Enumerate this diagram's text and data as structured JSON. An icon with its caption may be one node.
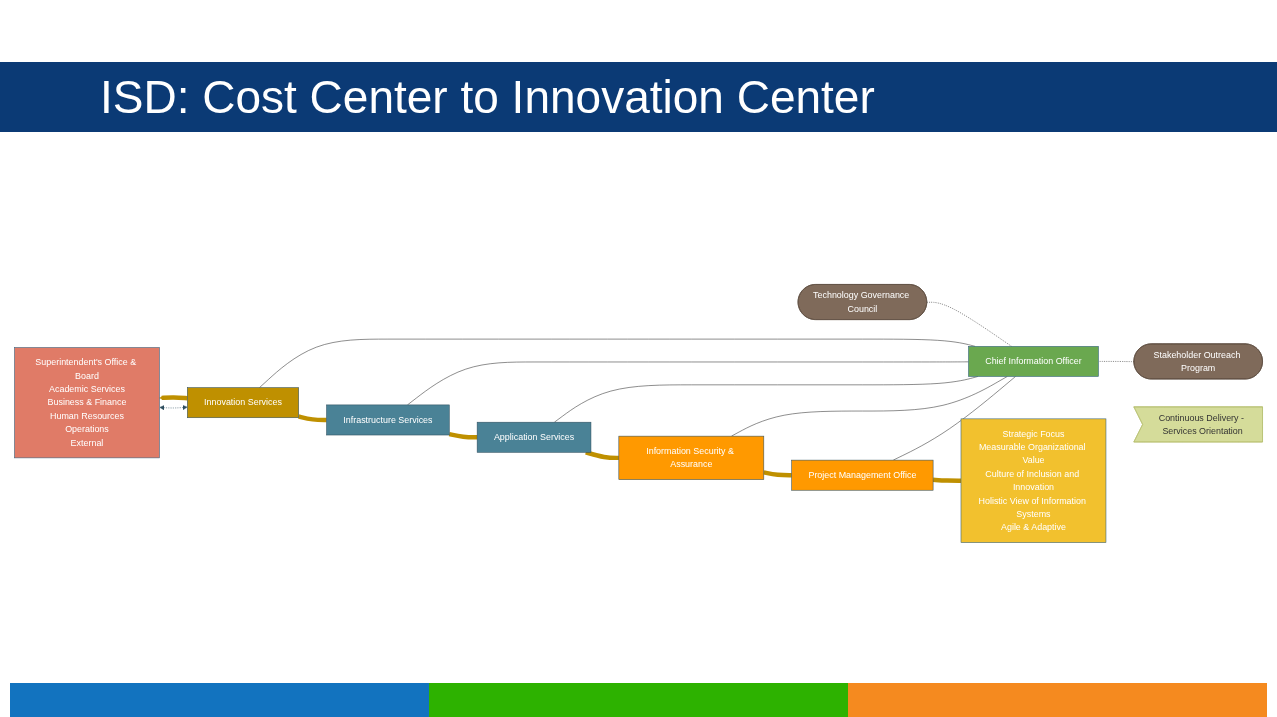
{
  "diagram": {
    "title": "ISD: Cost Center to Innovation Center",
    "nodes": [
      {
        "text": [
          "Stakeholder Outreach Program"
        ]
      },
      {
        "text": [
          "Chief Information Officer"
        ]
      },
      {
        "text": [
          "Technology Governance Council"
        ]
      },
      {
        "text": [
          "Superintendent's Office & Board",
          "Academic Services",
          "Business & Finance",
          "Human Resources",
          "Operations",
          "External"
        ]
      },
      {
        "text": [
          "Innovation Services"
        ]
      },
      {
        "text": [
          "Infrastructure Services"
        ]
      },
      {
        "text": [
          "Application Services"
        ]
      },
      {
        "text": [
          "Information Security & Assurance"
        ]
      },
      {
        "text": [
          "Project Management Office"
        ]
      },
      {
        "text": [
          "Strategic Focus",
          "Measurable Organizational Value",
          "Culture of Inclusion and Innovation",
          "Holistic View of Information Systems",
          "Agile & Adaptive"
        ]
      },
      {
        "text": [
          "Continuous Delivery - Services Orientation"
        ]
      }
    ],
    "edges": [
      {
        "from": 0,
        "to": 1,
        "arrow": "none",
        "style": "dashed"
      },
      {
        "from": 1,
        "to": 2,
        "arrow": "none",
        "style": "dashed"
      },
      {
        "from": 1,
        "to": 4,
        "arrow": "none"
      },
      {
        "from": 1,
        "to": 5,
        "arrow": "none"
      },
      {
        "from": 1,
        "to": 6,
        "arrow": "none"
      },
      {
        "from": 1,
        "to": 7,
        "arrow": "none"
      },
      {
        "from": 1,
        "to": 8,
        "arrow": "none"
      },
      {
        "from": 9,
        "to": 8,
        "arrow": "none",
        "style": "thick",
        "color": "#bf9000"
      },
      {
        "from": 8,
        "to": 7,
        "arrow": "none",
        "style": "thick",
        "color": "#bf9000"
      },
      {
        "from": 7,
        "to": 6,
        "arrow": "none",
        "style": "thick",
        "color": "#bf9000"
      },
      {
        "from": 6,
        "to": 5,
        "arrow": "none",
        "style": "thick",
        "color": "#bf9000"
      },
      {
        "from": 5,
        "to": 4,
        "arrow": "none",
        "style": "thick",
        "color": "#bf9000"
      },
      {
        "from": 4,
        "to": 3,
        "arrow": "to",
        "style": "thick",
        "color": "#bf9000"
      },
      {
        "from": 3,
        "to": 4,
        "arrow": "both",
        "style": "dashed",
        "color": "#2f4f5f"
      }
    ]
  }
}
